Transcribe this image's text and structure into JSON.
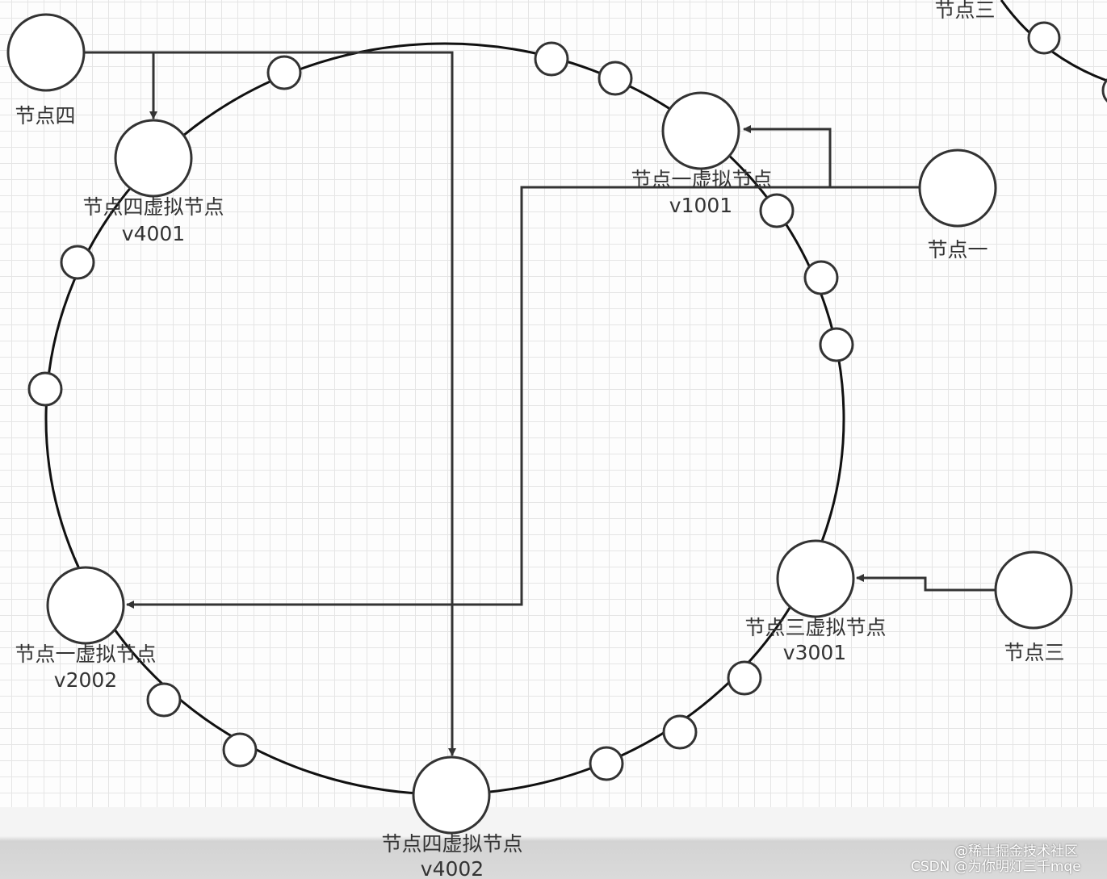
{
  "nodes": {
    "node4": "节点四",
    "node1": "节点一",
    "node3": "节点三",
    "node3_top": "节点三"
  },
  "virtual_nodes": {
    "v4001": {
      "name": "节点四虚拟节点",
      "id": "v4001"
    },
    "v1001": {
      "name": "节点一虚拟节点",
      "id": "v1001"
    },
    "v2002": {
      "name": "节点一虚拟节点",
      "id": "v2002"
    },
    "v3001": {
      "name": "节点三虚拟节点",
      "id": "v3001"
    },
    "v4002": {
      "name": "节点四虚拟节点",
      "id": "v4002"
    }
  },
  "watermark": {
    "juejin": "@稀土掘金技术社区",
    "csdn": "CSDN @为你明灯三千mqe"
  },
  "colors": {
    "stroke": "#333333",
    "ring": "#111111",
    "grid": "#e5e5e5"
  }
}
